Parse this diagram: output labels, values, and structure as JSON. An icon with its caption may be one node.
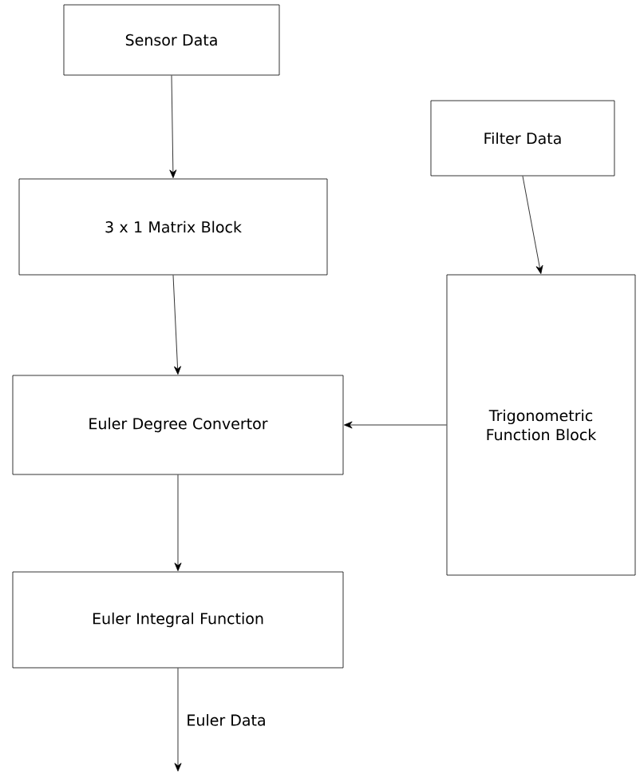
{
  "diagram": {
    "nodes": [
      {
        "text": [
          "Sensor Data"
        ]
      },
      {
        "text": [
          "3 x 1 Matrix Block"
        ]
      },
      {
        "text": [
          "Euler Degree Convertor"
        ]
      },
      {
        "text": [
          "Euler Integral Function"
        ]
      },
      {
        "text": [
          "Filter Data"
        ]
      },
      {
        "text": [
          "Trigonometric Function Block"
        ]
      }
    ],
    "edges": [
      {
        "from": 0,
        "to": 1,
        "arrow": "to"
      },
      {
        "from": 1,
        "to": 2,
        "arrow": "to"
      },
      {
        "from": 2,
        "to": 3,
        "arrow": "to"
      },
      {
        "from": 4,
        "to": 5,
        "arrow": "to"
      },
      {
        "from": 5,
        "to": 2,
        "arrow": "to"
      },
      {
        "from": 3,
        "to": null,
        "arrow": "to",
        "label": "Euler Data"
      }
    ]
  }
}
